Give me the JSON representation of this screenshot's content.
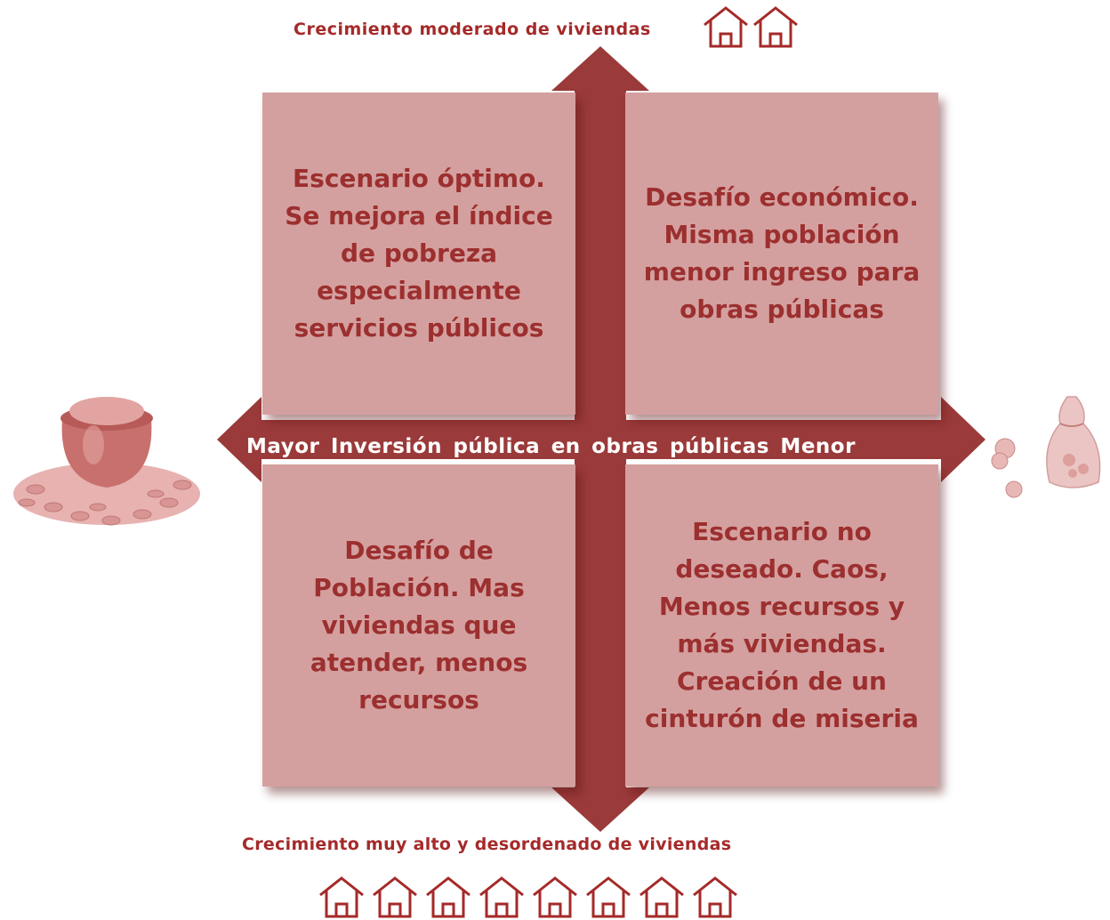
{
  "top_axis_label": "Crecimiento  moderado de viviendas",
  "bottom_axis_label": "Crecimiento  muy alto y desordenado  de viviendas",
  "horizontal_axis_label": "Mayor  Inversión pública en obras públicas  Menor",
  "quadrants": {
    "top_left": "Escenario óptimo. Se mejora el índice de pobreza especialmente servicios públicos",
    "top_right": "Desafío económico. Misma población menor ingreso para obras públicas",
    "bottom_left": "Desafío de Población. Mas viviendas que atender, menos recursos",
    "bottom_right": "Escenario no deseado. Caos, Menos recursos y más viviendas. Creación de un cinturón de miseria"
  },
  "icons": {
    "top_houses": [
      "house-icon",
      "house-icon"
    ],
    "bottom_houses": [
      "house-icon",
      "house-icon",
      "house-icon",
      "house-icon",
      "house-icon",
      "house-icon",
      "house-icon",
      "house-icon"
    ],
    "left": "coin-pot-icon",
    "right": "money-bag-icon"
  },
  "colors": {
    "arrow": "#9b3a3a",
    "quadrant_fill": "#d4a09f",
    "text": "#a52a2a"
  }
}
